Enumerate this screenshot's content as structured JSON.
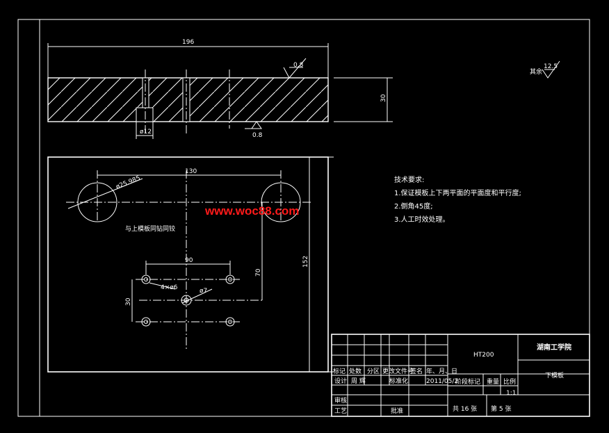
{
  "colors": {
    "background": "#000000",
    "lines": "#ffffff",
    "watermark": "#ff1a1a"
  },
  "top_view": {
    "dim_length": "196",
    "dim_height": "30",
    "hole_dim": "ø12",
    "roughness_top": "0.8",
    "roughness_bottom": "0.8"
  },
  "roughness_note": {
    "label": "其余",
    "value": "12.5"
  },
  "plan_view": {
    "dim_spacing_big": "130",
    "big_hole": "ø25.985",
    "dim_height": "152",
    "dim_vertical": "70",
    "dim_small_spacing": "90",
    "dim_small_vertical": "30",
    "small_holes": "4×ø6",
    "center_hole": "ø7",
    "note": "与上模板同钻同铰"
  },
  "tech_requirements": {
    "title": "技术要求:",
    "items": [
      "1.保证模板上下两平面的平面度和平行度;",
      "2.倒角45度;",
      "3.人工时效处理。"
    ]
  },
  "watermark": "www.woc88.com",
  "title_block": {
    "material": "HT200",
    "school": "湖南工学院",
    "part_name": "下模板",
    "headers": [
      "标记",
      "处数",
      "分区",
      "更改文件号",
      "签名",
      "年、月、日"
    ],
    "design_label": "设计",
    "designer": "周 辉",
    "std_label": "标准化",
    "date": "2011/05/2",
    "stage_label": "阶段标记",
    "weight_label": "重量",
    "scale_label": "比例",
    "scale": "1:1",
    "review_label": "审核",
    "process_label": "工艺",
    "approve_label": "批准",
    "sheets": "共 16 张",
    "sheet_no": "第 5 张"
  }
}
